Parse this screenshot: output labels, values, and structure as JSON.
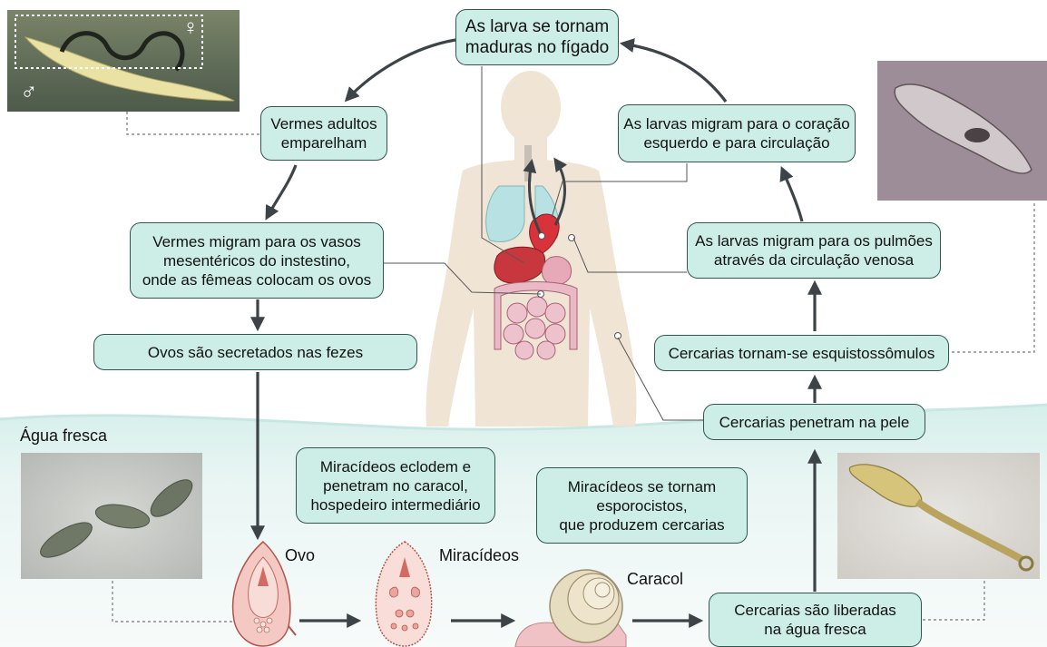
{
  "zones": {
    "water_label": "Água fresca"
  },
  "photos": {
    "adult_worms": {
      "female_symbol": "♀",
      "male_symbol": "♂"
    }
  },
  "steps": {
    "larvae_mature": {
      "lines": [
        "As larva se tornam",
        "maduras no fígado"
      ]
    },
    "adults_pair": {
      "lines": [
        "Vermes adultos",
        "emparelham"
      ]
    },
    "worms_migrate": {
      "lines": [
        "Vermes migram para os vasos",
        "mesentéricos do instestino,",
        "onde as fêmeas colocam os ovos"
      ]
    },
    "eggs_excreted": {
      "lines": [
        "Ovos são secretados nas fezes"
      ]
    },
    "to_heart": {
      "lines": [
        "As larvas migram para o coração",
        "esquerdo e para circulação"
      ]
    },
    "to_lungs": {
      "lines": [
        "As larvas migram para os pulmões",
        "através da circulação venosa"
      ]
    },
    "schistosomula": {
      "lines": [
        "Cercarias tornam-se esquistossômulos"
      ]
    },
    "penetrate_skin": {
      "lines": [
        "Cercarias penetram na pele"
      ]
    },
    "miracidia_hatch": {
      "lines": [
        "Miracídeos eclodem e",
        "penetram no caracol,",
        "hospedeiro intermediário"
      ]
    },
    "sporocysts": {
      "lines": [
        "Miracídeos se tornam",
        "esporocistos,",
        "que produzem cercarias"
      ]
    },
    "cercariae_released": {
      "lines": [
        "Cercarias são liberadas",
        "na água fresca"
      ]
    }
  },
  "stage_labels": {
    "egg": "Ovo",
    "miracidia": "Miracídeos",
    "snail": "Caracol"
  },
  "colors": {
    "box_fill": "#cdeee6",
    "box_border": "#2f5750",
    "arrow": "#3d4447",
    "water": "#e4f4f1",
    "body": "#efe3d3",
    "lung": "#b7e1e2",
    "liver": "#c8373d",
    "intestine": "#e9b9c6",
    "egg": "#f4c9c3"
  }
}
